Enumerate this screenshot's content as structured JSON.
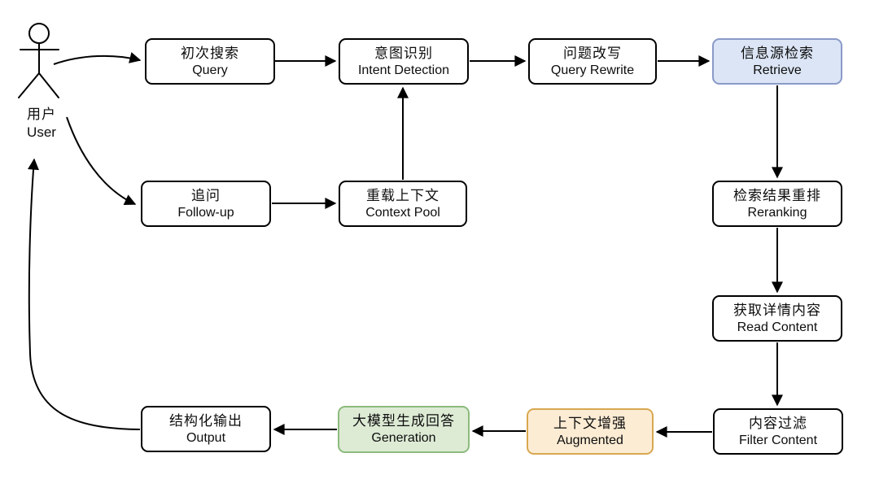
{
  "diagram": {
    "description": "RAG search pipeline flowchart",
    "actor": {
      "zh": "用户",
      "en": "User"
    },
    "nodes": [
      {
        "id": "query",
        "zh": "初次搜索",
        "en": "Query",
        "variant": "plain"
      },
      {
        "id": "intent",
        "zh": "意图识别",
        "en": "Intent Detection",
        "variant": "plain"
      },
      {
        "id": "query-rewrite",
        "zh": "问题改写",
        "en": "Query Rewrite",
        "variant": "plain"
      },
      {
        "id": "retrieve",
        "zh": "信息源检索",
        "en": "Retrieve",
        "variant": "blue"
      },
      {
        "id": "follow-up",
        "zh": "追问",
        "en": "Follow-up",
        "variant": "plain"
      },
      {
        "id": "context-pool",
        "zh": "重载上下文",
        "en": "Context Pool",
        "variant": "plain"
      },
      {
        "id": "reranking",
        "zh": "检索结果重排",
        "en": "Reranking",
        "variant": "plain"
      },
      {
        "id": "read-content",
        "zh": "获取详情内容",
        "en": "Read Content",
        "variant": "plain"
      },
      {
        "id": "filter-content",
        "zh": "内容过滤",
        "en": "Filter Content",
        "variant": "plain"
      },
      {
        "id": "augmented",
        "zh": "上下文增强",
        "en": "Augmented",
        "variant": "orange"
      },
      {
        "id": "generation",
        "zh": "大模型生成回答",
        "en": "Generation",
        "variant": "green"
      },
      {
        "id": "output",
        "zh": "结构化输出",
        "en": "Output",
        "variant": "plain"
      }
    ],
    "edges": [
      "user → query",
      "query → intent",
      "intent → query-rewrite",
      "query-rewrite → retrieve",
      "user → follow-up",
      "follow-up → context-pool",
      "context-pool → intent",
      "retrieve → reranking",
      "reranking → read-content",
      "read-content → filter-content",
      "filter-content → augmented",
      "augmented → generation",
      "generation → output",
      "output → user"
    ],
    "colors": {
      "line": "#000000",
      "plain_fill": "#ffffff",
      "plain_border": "#000000",
      "blue_fill": "#dbe5f5",
      "blue_border": "#8a9ac8",
      "orange_fill": "#fdecd4",
      "orange_border": "#d8a850",
      "green_fill": "#ddebd5",
      "green_border": "#8cbb7d"
    }
  }
}
